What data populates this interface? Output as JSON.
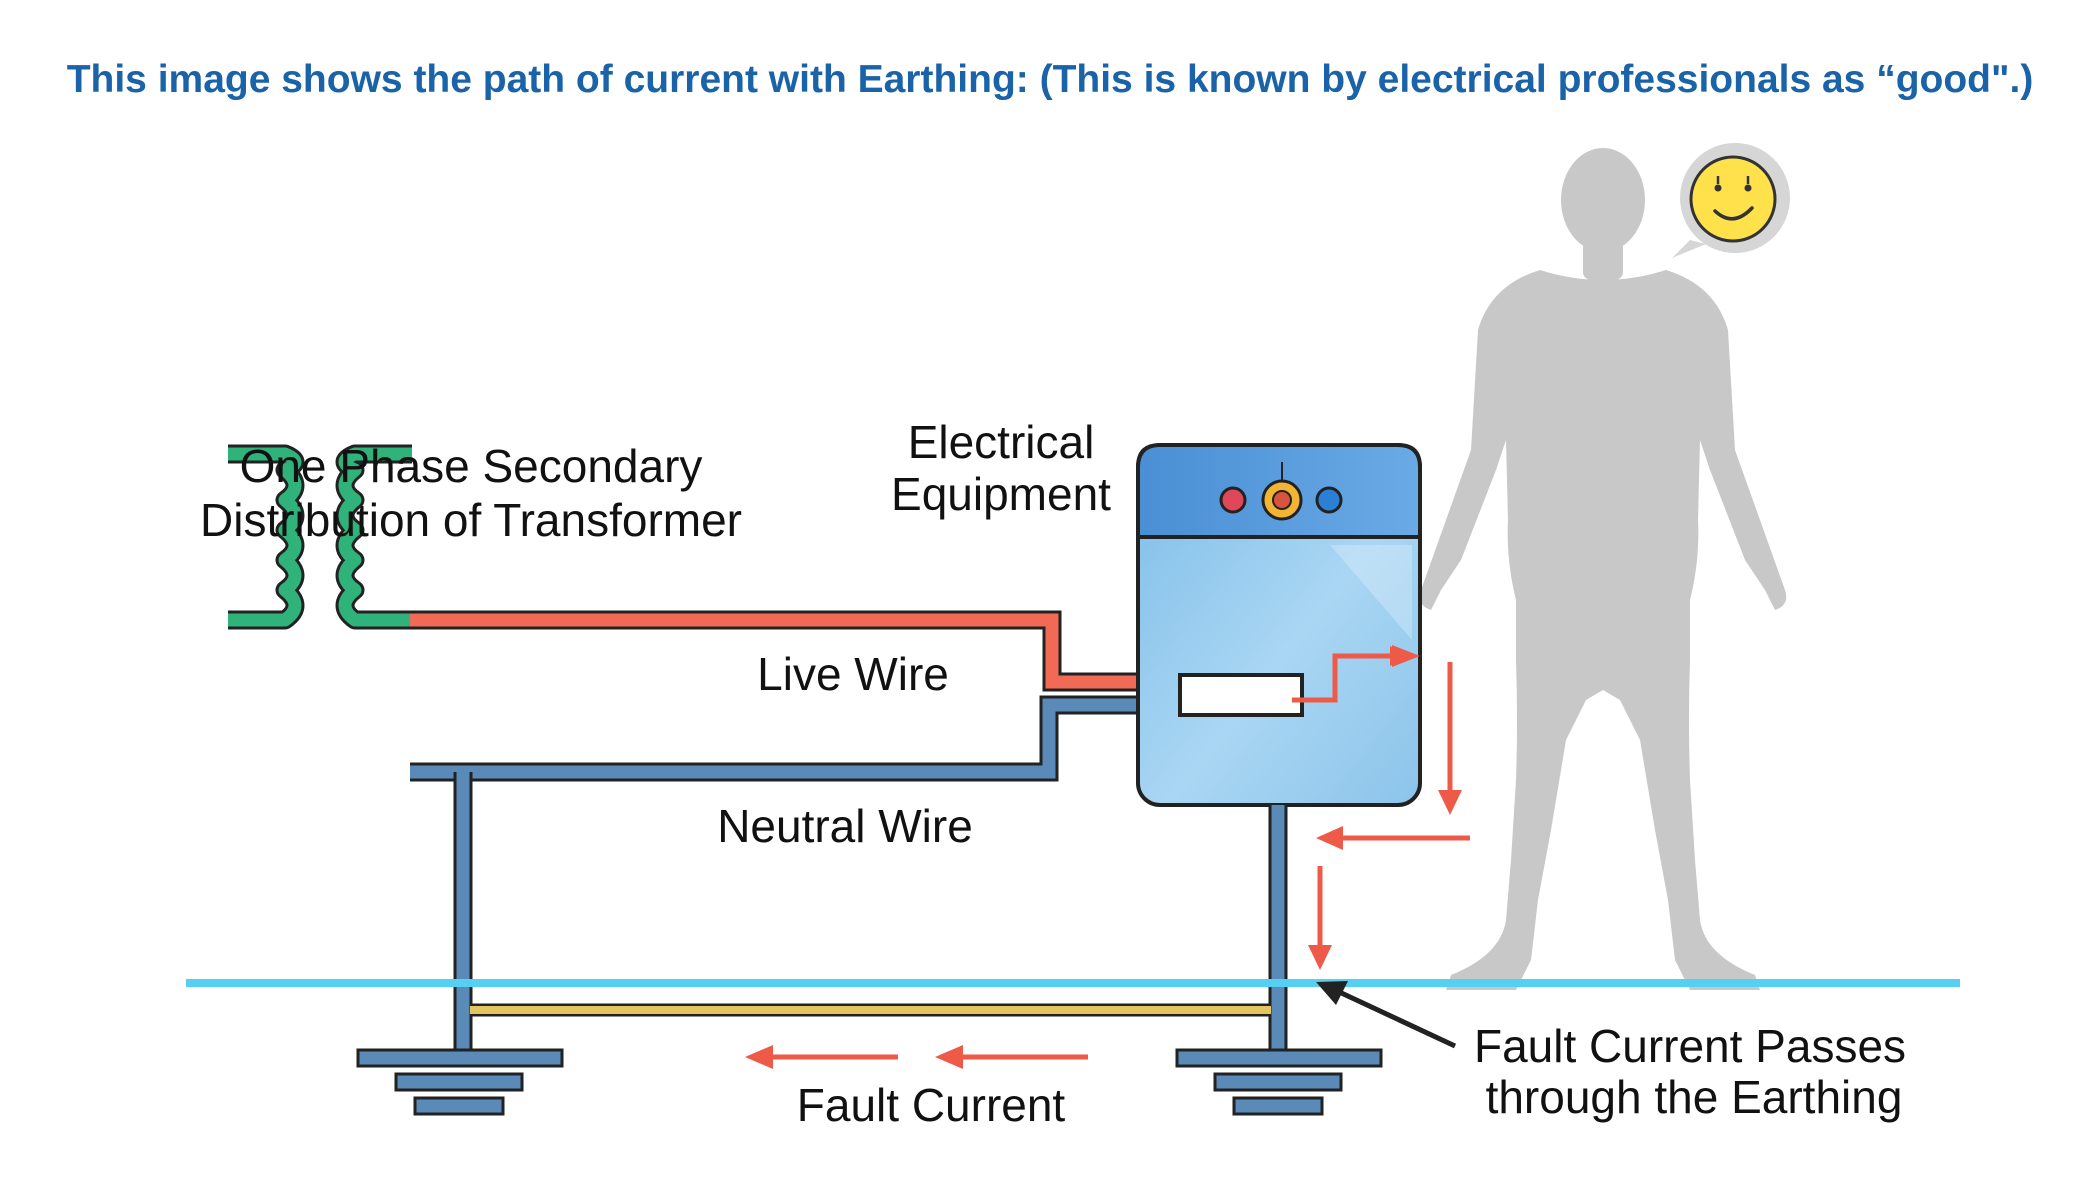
{
  "title": "This image shows the path of current with Earthing: (This is known by electrical professionals as “good\".)",
  "labels": {
    "transformer_line1": "One Phase Secondary",
    "transformer_line2": "Distribution of Transformer",
    "equipment_line1": "Electrical",
    "equipment_line2": "Equipment",
    "live_wire": "Live Wire",
    "neutral_wire": "Neutral Wire",
    "fault_current": "Fault Current",
    "fault_passes_line1": "Fault Current Passes",
    "fault_passes_line2": "through the Earthing"
  },
  "icons": {
    "person": "human-silhouette-icon",
    "speech": "smiley-speech-bubble-icon",
    "transformer": "transformer-coil-icon",
    "ground": "ground-symbol-icon"
  },
  "colors": {
    "title": "#1a63a8",
    "live_wire": "#f06a55",
    "neutral_wire": "#5a8bb8",
    "coil": "#2fb37a",
    "ground_line": "#55d0f2",
    "earth_bond": "#e3c460",
    "arrow": "#ee5a48",
    "equipment_body": "#8cc4ea",
    "equipment_top": "#4e93d6",
    "silhouette": "#c8c8c8",
    "smiley": "#ffe14b"
  }
}
